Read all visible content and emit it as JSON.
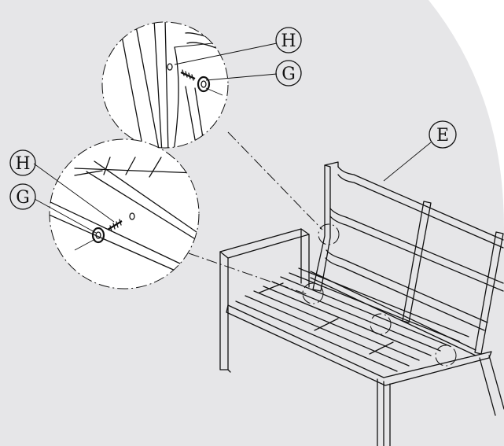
{
  "diagram": {
    "background_color": "#e6e6e8",
    "callouts": {
      "top_h": "H",
      "top_g": "G",
      "left_h": "H",
      "left_g": "G",
      "part_e": "E"
    }
  }
}
